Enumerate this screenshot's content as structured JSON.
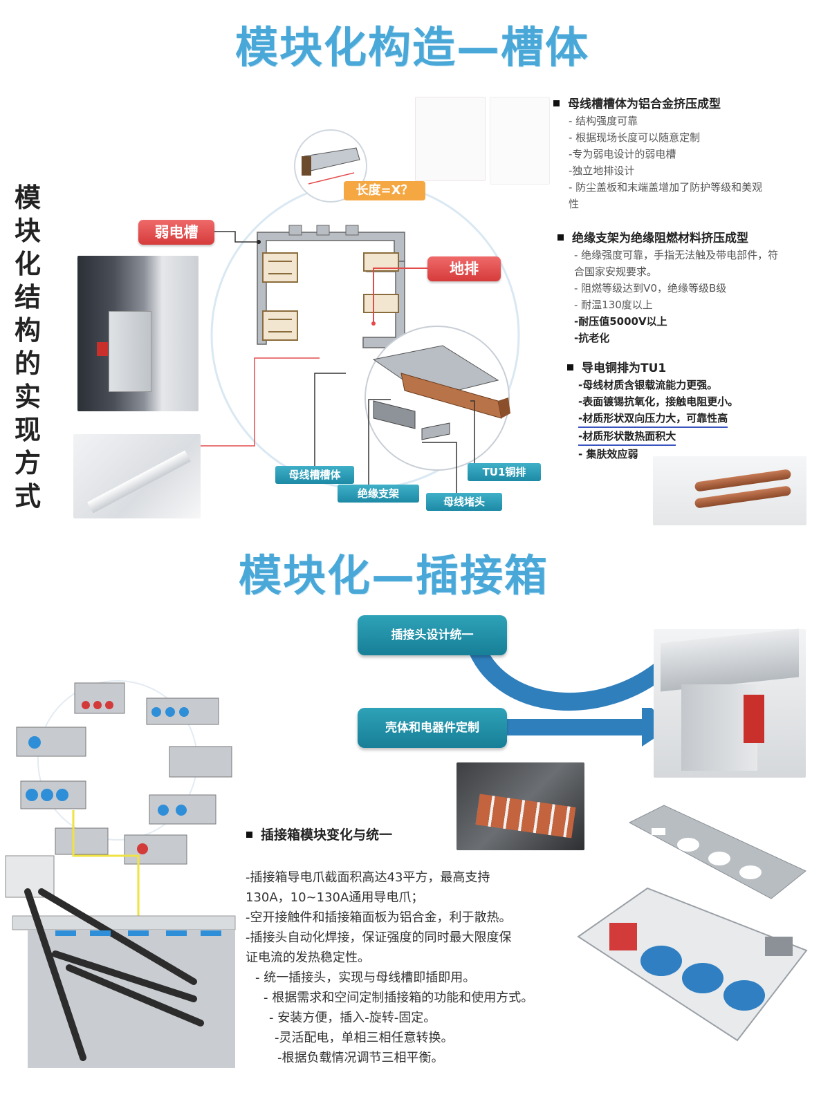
{
  "section1": {
    "title": "模块化构造—槽体",
    "side_title": [
      "模",
      "块",
      "化",
      "结",
      "构",
      "的",
      "实",
      "现",
      "方",
      "式"
    ],
    "labels": {
      "weak_slot": "弱电槽",
      "ground_bar": "地排",
      "length": "长度=X？",
      "housing": "母线槽槽体",
      "insulator": "绝缘支架",
      "end_cap": "母线堵头",
      "copper": "TU1铜排"
    },
    "bullets": [
      {
        "heading": "母线槽槽体为铝合金挤压成型",
        "items": [
          {
            "text": "- 结构强度可靠",
            "bold": false
          },
          {
            "text": "- 根据现场长度可以随意定制",
            "bold": false
          },
          {
            "text": "-专为弱电设计的弱电槽",
            "bold": false
          },
          {
            "text": "-独立地排设计",
            "bold": false
          },
          {
            "text": "- 防尘盖板和末端盖增加了防护等级和美观",
            "bold": false
          },
          {
            "text": "性",
            "bold": false
          }
        ]
      },
      {
        "heading": "绝缘支架为绝缘阻燃材料挤压成型",
        "items": [
          {
            "text": "- 绝缘强度可靠，手指无法触及带电部件，符",
            "bold": false
          },
          {
            "text": "合国家安规要求。",
            "bold": false
          },
          {
            "text": "- 阻燃等级达到V0，绝缘等级B级",
            "bold": false
          },
          {
            "text": "- 耐温130度以上",
            "bold": false
          },
          {
            "text": "-耐压值5000V以上",
            "bold": true
          },
          {
            "text": "-抗老化",
            "bold": true
          }
        ]
      },
      {
        "heading": "导电铜排为TU1",
        "items": [
          {
            "text": "-母线材质含银载流能力更强。",
            "bold": true
          },
          {
            "text": "-表面镀锡抗氧化，接触电阻更小。",
            "bold": true
          },
          {
            "text": "-材质形状双向压力大，可靠性高",
            "bold": true
          },
          {
            "text": "-材质形状散热面积大",
            "bold": true
          },
          {
            "text": "- 集肤效应弱",
            "bold": true
          }
        ]
      }
    ]
  },
  "section2": {
    "title": "模块化—插接箱",
    "btn_unified": "插接头设计统一",
    "btn_custom": "壳体和电器件定制",
    "heading": "插接箱模块变化与统一",
    "paragraph": [
      "-插接箱导电爪截面积高达43平方，最高支持",
      "130A，10~130A通用导电爪；",
      "-空开接触件和插接箱面板为铝合金，利于散热。",
      "-插接头自动化焊接，保证强度的同时最大限度保",
      "证电流的发热稳定性。",
      "  - 统一插接头，实现与母线槽即插即用。",
      "   - 根据需求和空间定制插接箱的功能和使用方式。",
      "    - 安装方便，插入-旋转-固定。",
      "     -灵活配电，单相三相任意转换。",
      "      -根据负载情况调节三相平衡。"
    ]
  },
  "colors": {
    "title_blue": "#4aa8d8",
    "tag_red": "#d63b3b",
    "tag_blue": "#1d8aa6",
    "tag_orange": "#f5a742",
    "teal": "#177f97"
  }
}
